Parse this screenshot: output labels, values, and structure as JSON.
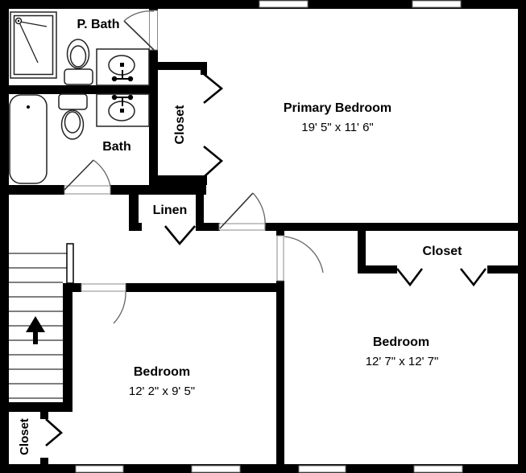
{
  "floor_plan": {
    "rooms": {
      "p_bath": {
        "label": "P. Bath"
      },
      "bath": {
        "label": "Bath"
      },
      "linen": {
        "label": "Linen"
      },
      "primary_closet": {
        "label": "Closet"
      },
      "right_closet": {
        "label": "Closet"
      },
      "stair_closet": {
        "label": "Closet"
      },
      "primary_bedroom": {
        "label": "Primary Bedroom",
        "dimensions": "19' 5\" x 11' 6\""
      },
      "bedroom_right": {
        "label": "Bedroom",
        "dimensions": "12' 7\" x 12' 7\""
      },
      "bedroom_left": {
        "label": "Bedroom",
        "dimensions": "12' 2\" x 9' 5\""
      }
    },
    "colors": {
      "wall": "#000000",
      "background": "#ffffff",
      "fixture_outline": "#222222",
      "door_arc": "#666666"
    },
    "icons": {
      "stairs_direction": "up-arrow"
    }
  }
}
